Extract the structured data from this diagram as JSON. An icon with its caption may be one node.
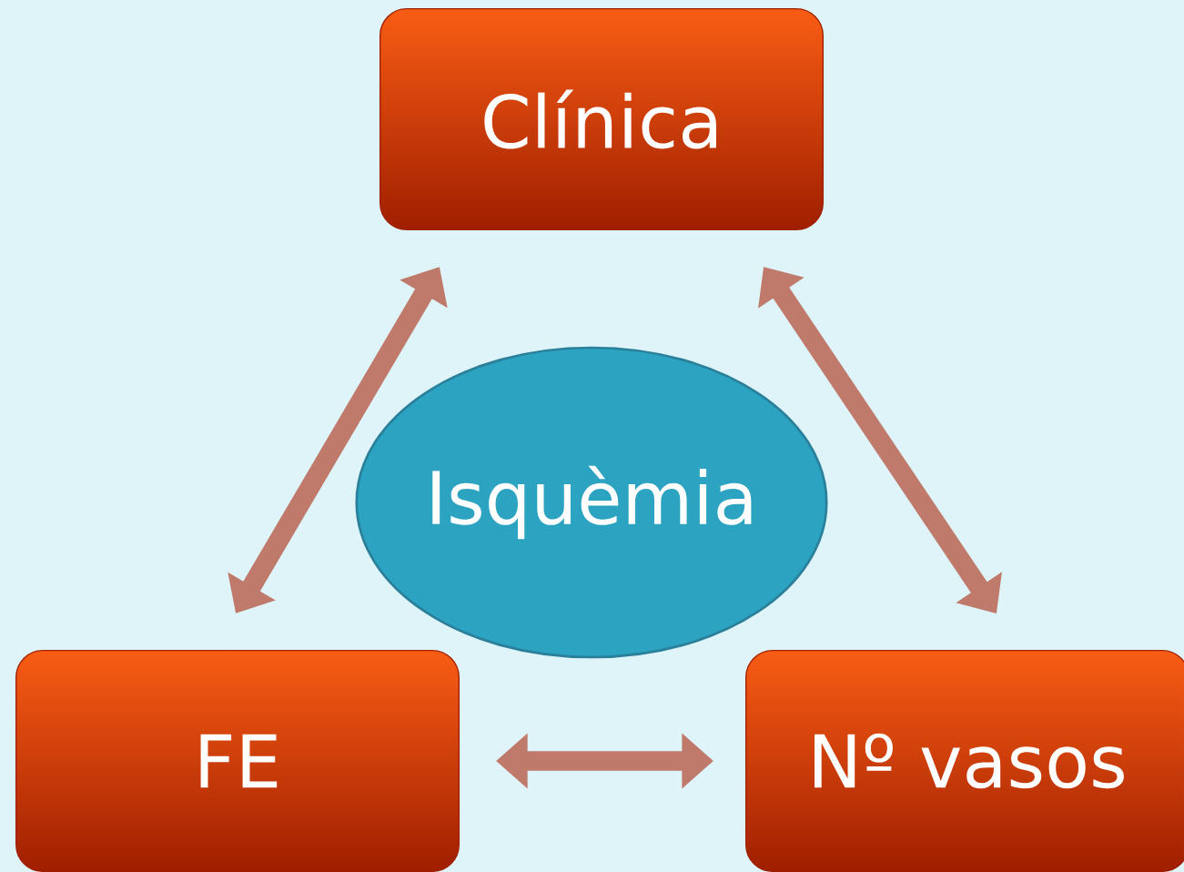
{
  "diagram": {
    "nodes": [
      {
        "text": [
          "Clínica"
        ]
      },
      {
        "text": [
          "Isquèmia"
        ]
      },
      {
        "text": [
          "FE"
        ]
      },
      {
        "text": [
          "Nº vasos"
        ]
      }
    ],
    "edges": [
      {
        "from": 0,
        "to": 2,
        "arrow": "both"
      },
      {
        "from": 0,
        "to": 3,
        "arrow": "both"
      },
      {
        "from": 2,
        "to": 3,
        "arrow": "both"
      }
    ]
  }
}
